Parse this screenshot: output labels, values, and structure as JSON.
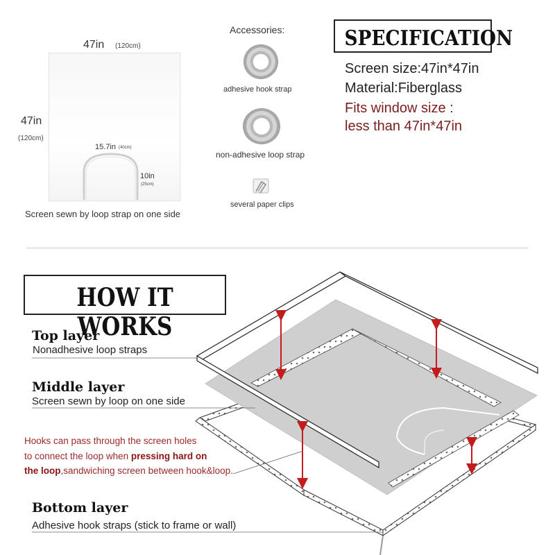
{
  "product": {
    "width_label": "47in",
    "width_cm": "(120cm)",
    "height_label": "47in",
    "height_cm": "(120cm)",
    "loop_width_label": "15.7in",
    "loop_width_cm": "(40cm)",
    "loop_height_label": "10in",
    "loop_height_cm": "(25cm)",
    "caption": "Screen sewn by loop strap on one side"
  },
  "accessories": {
    "title": "Accessories:",
    "items": [
      {
        "label": "adhesive hook strap",
        "icon": "tape-roll-icon"
      },
      {
        "label": "non-adhesive loop strap",
        "icon": "tape-roll-icon"
      },
      {
        "label": "several paper clips",
        "icon": "paper-clip-icon"
      }
    ]
  },
  "specification": {
    "title": "SPECIFICATION",
    "lines": [
      "Screen size:47in*47in",
      "Material:Fiberglass"
    ],
    "fit_lines": [
      "Fits window size :",
      "less than 47in*47in"
    ],
    "fit_color": "#7a1d1d"
  },
  "how_it_works": {
    "title": "HOW IT WORKS",
    "layers": [
      {
        "title": "Top layer",
        "desc": "Nonadhesive loop straps"
      },
      {
        "title": "Middle layer",
        "desc": "Screen sewn by loop on one side"
      },
      {
        "title": "Bottom layer",
        "desc": "Adhesive hook straps (stick to frame or wall)"
      }
    ],
    "note": {
      "line1": "Hooks can pass through the screen holes",
      "line2_pre": "to connect the loop when ",
      "line2_bold": "pressing hard on",
      "line3_bold": "the loop",
      "line3_post": ",sandwiching screen between hook&loop."
    },
    "arrow_color": "#c41c1c"
  }
}
